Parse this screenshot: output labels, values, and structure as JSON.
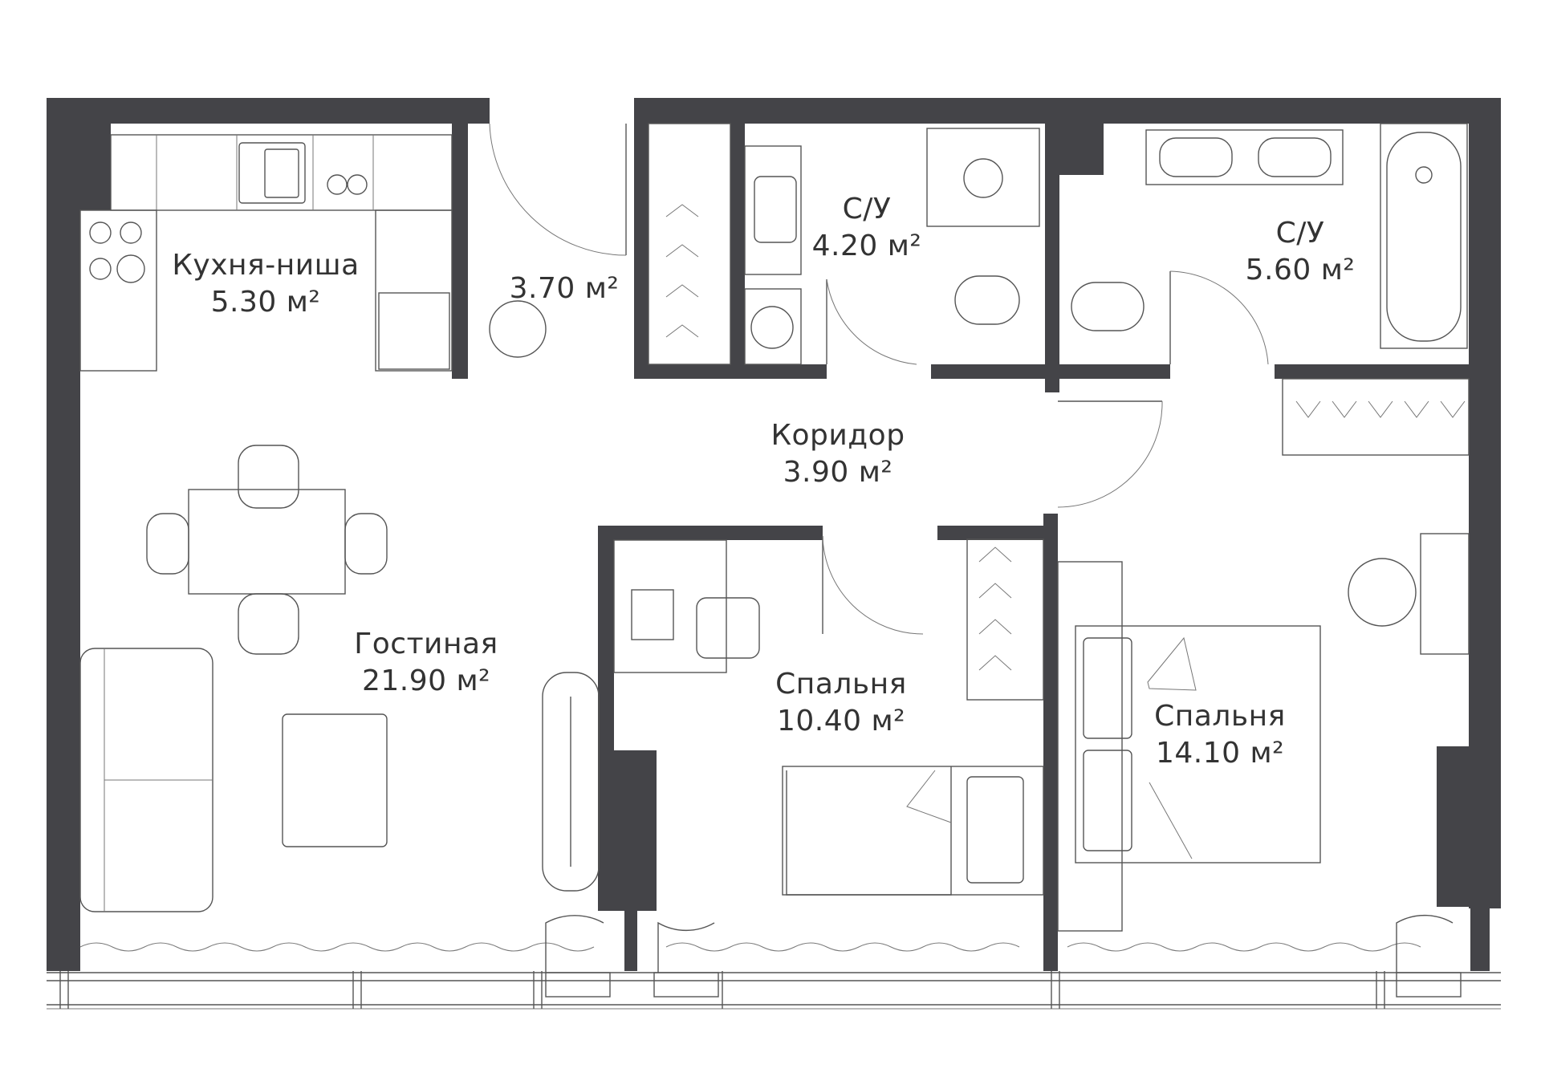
{
  "plan": {
    "rooms": [
      {
        "id": "kitchen",
        "name": "Кухня-ниша",
        "area": "5.30 м²"
      },
      {
        "id": "hall",
        "name": "",
        "area": "3.70 м²"
      },
      {
        "id": "bath1",
        "name": "С/У",
        "area": "4.20 м²"
      },
      {
        "id": "bath2",
        "name": "С/У",
        "area": "5.60 м²"
      },
      {
        "id": "corridor",
        "name": "Коридор",
        "area": "3.90 м²"
      },
      {
        "id": "living",
        "name": "Гостиная",
        "area": "21.90 м²"
      },
      {
        "id": "bedroom1",
        "name": "Спальня",
        "area": "10.40 м²"
      },
      {
        "id": "bedroom2",
        "name": "Спальня",
        "area": "14.10 м²"
      }
    ],
    "colors": {
      "wall": "#444448",
      "line": "#555555",
      "text": "#333333",
      "background": "#ffffff"
    }
  }
}
